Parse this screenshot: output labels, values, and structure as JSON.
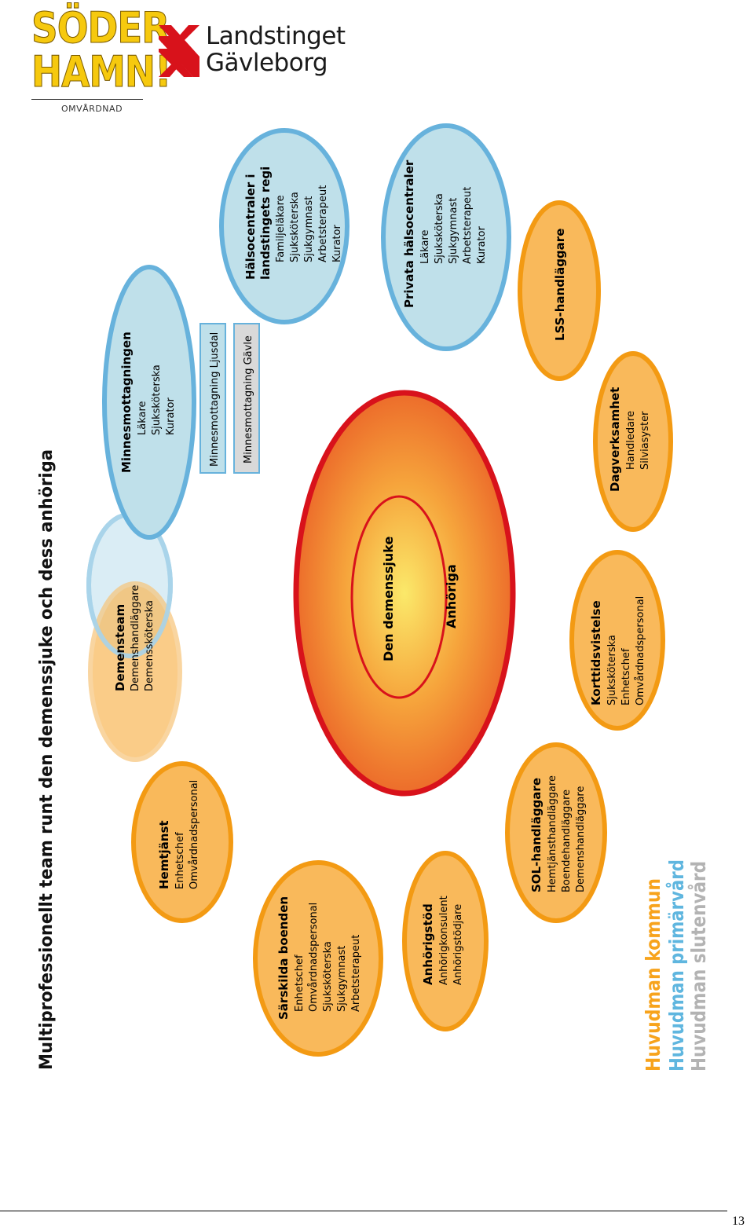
{
  "logos": {
    "soderhamn": {
      "line1": "SÖDER",
      "line2": "HAMN!",
      "sub": "OMVÅRDNAD"
    },
    "landstinget": {
      "line1": "Landstinget",
      "line2": "Gävleborg"
    }
  },
  "colors": {
    "orange_fill": "#f9b95b",
    "orange_stroke": "#f39a13",
    "blue_fill": "#bfe0ea",
    "blue_stroke": "#67b2dc",
    "red_stroke": "#d8121b",
    "kommun": "#f7a31c",
    "primarvard": "#5fb6df",
    "slutenvard": "#b3b3b3"
  },
  "title": "Multiprofessionellt team runt den demenssjuke och dess anhöriga",
  "center": {
    "title": "Den demenssjuke",
    "outer": "Anhöriga"
  },
  "nodes": [
    {
      "title": "Hemtjänst",
      "lines": [
        "Enhetschef",
        "Omvårdnadspersonal"
      ]
    },
    {
      "title": "Särskilda boenden",
      "lines": [
        "Enhetschef",
        "Omvårdnadspersonal",
        "Sjuksköterska",
        "Sjukgymnast",
        "Arbetsterapeut"
      ]
    },
    {
      "title": "Anhörigstöd",
      "lines": [
        "Anhörigkonsulent",
        "Anhörigstödjare"
      ]
    },
    {
      "title": "SOL-handläggare",
      "lines": [
        "Hemtjänsthandläggare",
        "Boendehandläggare",
        "Demenshandläggare"
      ]
    },
    {
      "title": "Korttidsvistelse",
      "lines": [
        "Sjuksköterska",
        "Enhetschef",
        "Omvårdnadspersonal"
      ]
    },
    {
      "title": "Dagverksamhet",
      "lines": [
        "Handledare",
        "Silviasyster"
      ]
    },
    {
      "title": "LSS-handläggare",
      "lines": []
    },
    {
      "title": "Privata hälsocentraler",
      "lines": [
        "Läkare",
        "Sjuksköterska",
        "Sjukgymnast",
        "Arbetsterapeut",
        "Kurator"
      ]
    },
    {
      "title": "Hälsocentraler i",
      "title2": "landstingets regi",
      "lines": [
        "Familjeläkare",
        "Sjuksköterska",
        "Sjukgymnast",
        "Arbetsterapeut",
        "Kurator"
      ]
    },
    {
      "title": "Minnesmottagningen",
      "lines": [
        "Läkare",
        "Sjuksköterska",
        "Kurator"
      ]
    },
    {
      "title": "Demensteam",
      "lines": [
        "Demenshandläggare",
        "Demenssköterska"
      ]
    }
  ],
  "boxes": [
    {
      "label": "Minnesmottagning Ljusdal"
    },
    {
      "label": "Minnesmottagning Gävle"
    }
  ],
  "legend": [
    {
      "label": "Huvudman kommun"
    },
    {
      "label": "Huvudman primärvård"
    },
    {
      "label": "Huvudman slutenvård"
    }
  ],
  "page_number": "13"
}
